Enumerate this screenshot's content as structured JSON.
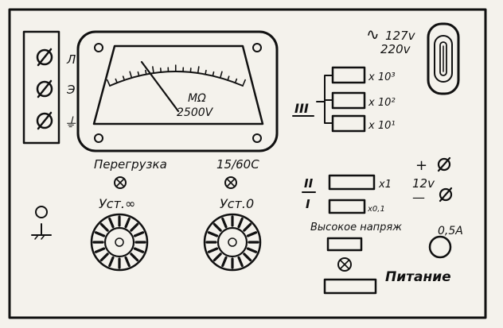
{
  "terminals": {
    "labels": [
      "Л",
      "Э",
      "⏚"
    ]
  },
  "meter": {
    "unit": "MΩ",
    "range": "2500V"
  },
  "power_input": {
    "ac_symbol": "∿",
    "voltage_1": "127v",
    "voltage_2": "220v"
  },
  "multiplier": {
    "roman": "III",
    "ranges": [
      "x 10³",
      "x 10²",
      "x 10¹"
    ]
  },
  "indicators": {
    "overload_label": "Перегрузка",
    "freq_label": "15/60C"
  },
  "knobs": {
    "inf_label": "Уст.∞",
    "zero_label": "Уст.0"
  },
  "range_switch": {
    "roman_top": "II",
    "roman_bottom": "I",
    "x1_label": "x1",
    "x01_label": "x0,1"
  },
  "dc_input": {
    "plus": "+",
    "voltage": "12v",
    "minus": "—"
  },
  "high_voltage": {
    "label": "Высокое напряж"
  },
  "fuse": {
    "rating": "0,5A"
  },
  "power": {
    "label": "Питание"
  },
  "colors": {
    "ink": "#111111",
    "paper": "#f4f2ec"
  }
}
